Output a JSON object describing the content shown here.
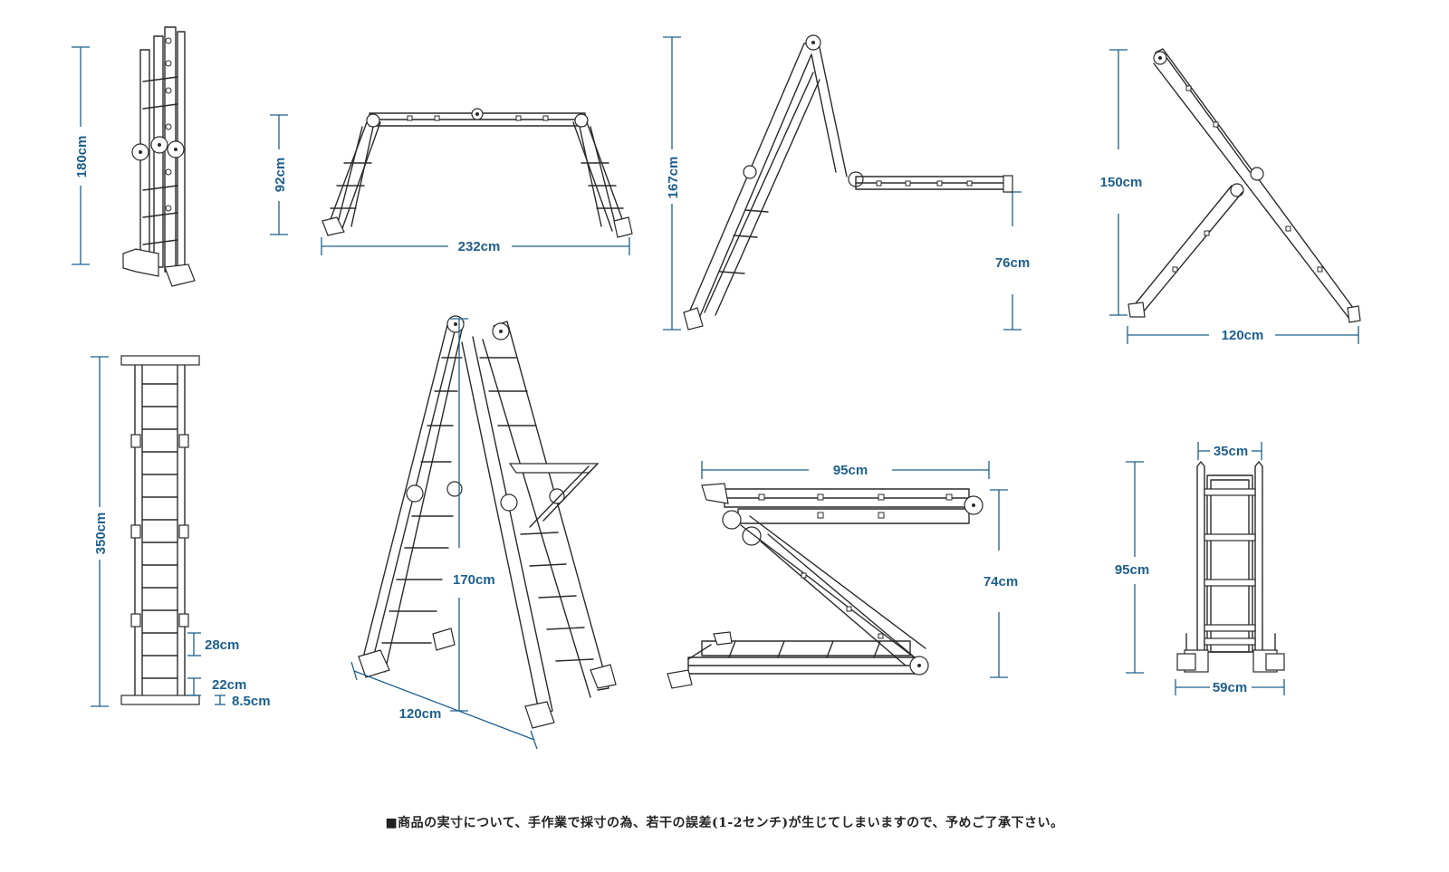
{
  "dimensions": {
    "d180": "180cm",
    "d92": "92cm",
    "d232": "232cm",
    "d167": "167cm",
    "d76": "76cm",
    "d150": "150cm",
    "d120a": "120cm",
    "d350": "350cm",
    "d28": "28cm",
    "d22": "22cm",
    "d85": "8.5cm",
    "d170": "170cm",
    "d120b": "120cm",
    "d95a": "95cm",
    "d74": "74cm",
    "d35": "35cm",
    "d95b": "95cm",
    "d59": "59cm"
  },
  "colors": {
    "dimension": "#1e5f8c",
    "ladder": "#2a2a2a"
  },
  "note": "■商品の実寸について、手作業で採寸の為、若干の誤差(1-2センチ)が生じてしまいますので、予めご了承下さい。"
}
